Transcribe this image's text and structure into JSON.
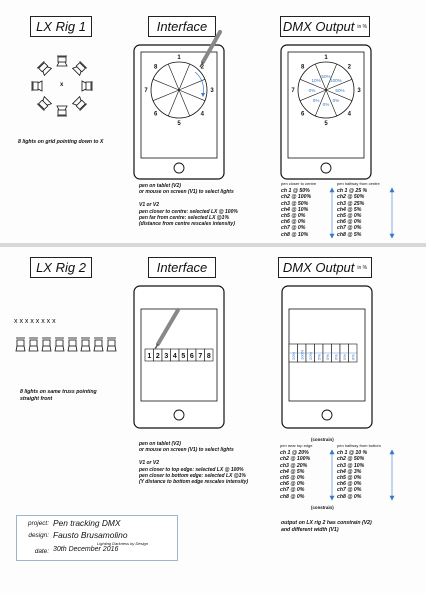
{
  "titles": {
    "rig1": "LX Rig 1",
    "interface1": "Interface",
    "output1": "DMX Output",
    "output1_unit": "in %",
    "rig2": "LX Rig 2",
    "interface2": "Interface",
    "output2": "DMX Output",
    "output2_unit": "in %"
  },
  "rig1": {
    "center_mark": "x",
    "caption": "8 lights on grid pointing down to X"
  },
  "interface1": {
    "segments": [
      "1",
      "2",
      "3",
      "4",
      "5",
      "6",
      "7",
      "8"
    ],
    "notes": "pen on tablet (V2)\nor mouse on screen (V1) to select lights\n\nV1 or V2\npen closer to centre: selected LX @ 100%\npen far from centre: selected LX @1%\n(distance from centre rescales intensity)"
  },
  "output1": {
    "segments": [
      "1",
      "2",
      "3",
      "4",
      "5",
      "6",
      "7",
      "8"
    ],
    "percents": [
      "50%",
      "100%",
      "50%",
      "0%",
      "0%",
      "0%",
      "0%",
      "10%"
    ],
    "col_a_header": "pen closer to centre",
    "col_a": [
      "ch 1 @ 50%",
      "ch2 @ 100%",
      "ch3 @ 50%",
      "ch4 @ 10%",
      "ch5 @ 0%",
      "ch6 @ 0%",
      "ch7 @ 0%",
      "ch8 @ 10%"
    ],
    "col_b_header": "pen halfway from centre",
    "col_b": [
      "ch 1 @ 25 %",
      "ch2 @ 50%",
      "ch3 @ 25%",
      "ch4 @ 5%",
      "ch5 @ 0%",
      "ch6 @ 0%",
      "ch7 @ 0%",
      "ch8 @ 5%"
    ]
  },
  "rig2": {
    "targets": "x  x  x  x  x  x  x  x",
    "caption": "8 lights on same truss pointing\nstraight front"
  },
  "interface2": {
    "cells": [
      "1",
      "2",
      "3",
      "4",
      "5",
      "6",
      "7",
      "8"
    ],
    "notes": "pen on tablet (V2)\nor mouse on screen (V1) to select lights\n\nV1 or V2\npen closer to top edge: selected LX @ 100%\npen closer to bottom edge: selected LX @1%\n(Y distance to bottom edge rescales intensity)"
  },
  "output2": {
    "cell_labels": [
      "20%",
      "100%",
      "20%",
      "5%",
      "0%",
      "0%",
      "0%",
      "0%"
    ],
    "constrain_top": "(constrain)",
    "constrain_bottom": "(constrain)",
    "col_a_header": "pen near top edge",
    "col_a": [
      "ch 1 @ 20%",
      "ch2 @ 100%",
      "ch3 @ 20%",
      "ch4 @ 5%",
      "ch5 @ 0%",
      "ch6 @ 0%",
      "ch7 @ 0%",
      "ch8 @ 0%"
    ],
    "col_b_header": "pen halfway from bottom",
    "col_b": [
      "ch 1 @ 10 %",
      "ch2 @ 50%",
      "ch3 @ 10%",
      "ch4 @ 3%",
      "ch5 @ 0%",
      "ch6 @ 0%",
      "ch7 @ 0%",
      "ch8 @ 0%"
    ],
    "footer": "output on LX rig 2 has constrain (V2)\nand different width (V1)"
  },
  "project": {
    "project_label": "project:",
    "project_value": "Pen tracking DMX",
    "design_label": "design:",
    "design_value": "Fausto Brusamolino",
    "tagline": "Lighting Darkness by Design",
    "date_label": "date:",
    "date_value": "30th December 2016"
  },
  "colors": {
    "ink": "#111111",
    "blue_annotation": "#3b78c4",
    "divider": "#d8d8d8"
  }
}
